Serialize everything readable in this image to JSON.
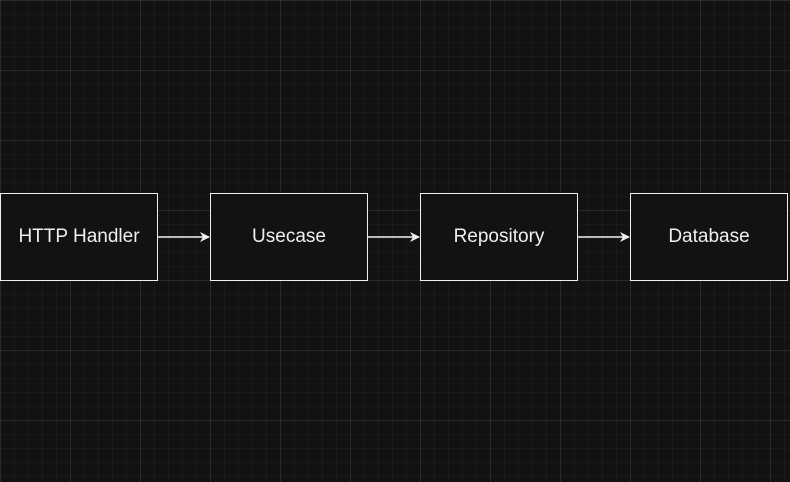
{
  "diagram": {
    "nodes": [
      {
        "id": "http-handler",
        "label": "HTTP Handler"
      },
      {
        "id": "usecase",
        "label": "Usecase"
      },
      {
        "id": "repository",
        "label": "Repository"
      },
      {
        "id": "database",
        "label": "Database"
      }
    ],
    "edges": [
      {
        "from": "http-handler",
        "to": "usecase"
      },
      {
        "from": "usecase",
        "to": "repository"
      },
      {
        "from": "repository",
        "to": "database"
      }
    ]
  },
  "colors": {
    "background": "#121212",
    "stroke": "#f0f0f0",
    "text": "#f0f0f0"
  }
}
